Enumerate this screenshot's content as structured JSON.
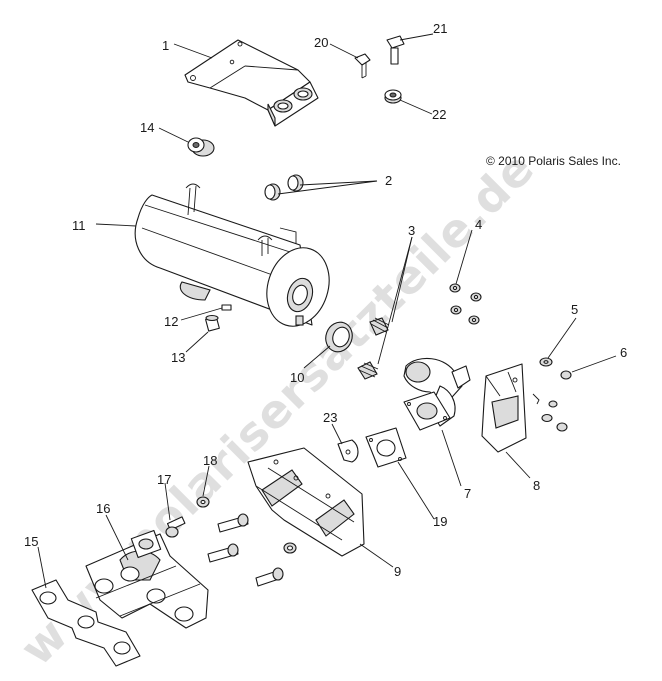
{
  "copyright": "© 2010 Polaris Sales Inc.",
  "watermark": "www.polarisersatzteile.de",
  "callouts": [
    {
      "id": "1",
      "label": "1"
    },
    {
      "id": "2",
      "label": "2"
    },
    {
      "id": "3",
      "label": "3"
    },
    {
      "id": "4",
      "label": "4"
    },
    {
      "id": "5",
      "label": "5"
    },
    {
      "id": "6",
      "label": "6"
    },
    {
      "id": "7",
      "label": "7"
    },
    {
      "id": "8",
      "label": "8"
    },
    {
      "id": "9",
      "label": "9"
    },
    {
      "id": "10",
      "label": "10"
    },
    {
      "id": "11",
      "label": "11"
    },
    {
      "id": "12",
      "label": "12"
    },
    {
      "id": "13",
      "label": "13"
    },
    {
      "id": "14",
      "label": "14"
    },
    {
      "id": "15",
      "label": "15"
    },
    {
      "id": "16",
      "label": "16"
    },
    {
      "id": "17",
      "label": "17"
    },
    {
      "id": "18",
      "label": "18"
    },
    {
      "id": "19",
      "label": "19"
    },
    {
      "id": "20",
      "label": "20"
    },
    {
      "id": "21",
      "label": "21"
    },
    {
      "id": "22",
      "label": "22"
    },
    {
      "id": "23",
      "label": "23"
    }
  ]
}
